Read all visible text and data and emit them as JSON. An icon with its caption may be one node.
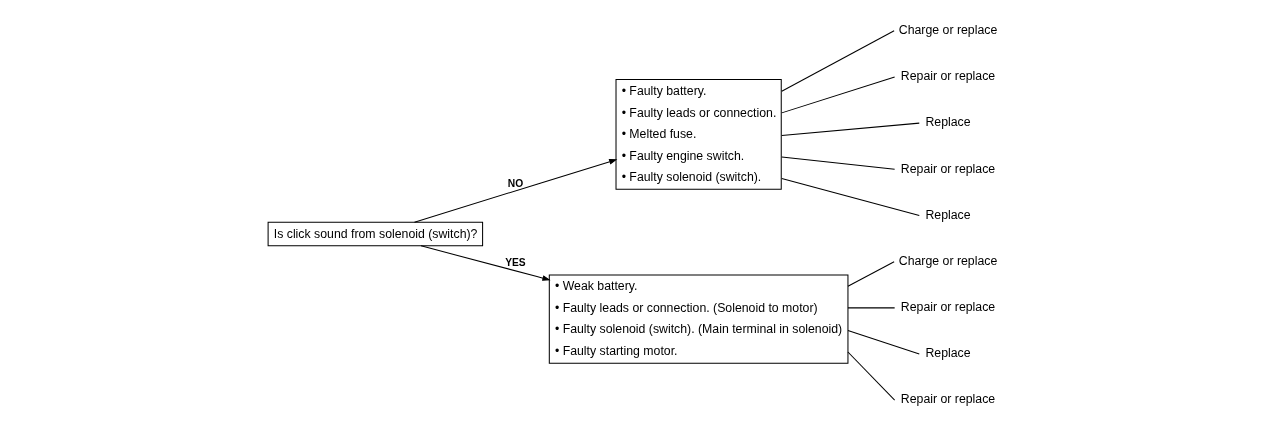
{
  "diagram": {
    "nodes": [
      {
        "text": [
          "Is click sound from solenoid (switch)?"
        ]
      },
      {
        "text": [
          "• Faulty battery.",
          "• Faulty leads or connection.",
          "• Melted fuse.",
          "• Faulty engine switch.",
          "• Faulty solenoid (switch)."
        ]
      },
      {
        "text": [
          "• Weak battery.",
          "• Faulty leads or connection. (Solenoid to motor)",
          "• Faulty solenoid (switch). (Main terminal in solenoid)",
          "• Faulty starting motor."
        ]
      },
      {
        "text": [
          "Charge or replace"
        ]
      },
      {
        "text": [
          "Repair or replace"
        ]
      },
      {
        "text": [
          "Replace"
        ]
      },
      {
        "text": [
          "Repair or replace"
        ]
      },
      {
        "text": [
          "Replace"
        ]
      },
      {
        "text": [
          "Charge or replace"
        ]
      },
      {
        "text": [
          "Repair or replace"
        ]
      },
      {
        "text": [
          "Replace"
        ]
      },
      {
        "text": [
          "Repair or replace"
        ]
      }
    ],
    "edges": [
      {
        "from": 0,
        "to": 1,
        "arrow": "to",
        "label": "NO"
      },
      {
        "from": 0,
        "to": 2,
        "arrow": "to",
        "label": "YES"
      },
      {
        "from": 1,
        "to": 3,
        "arrow": "none"
      },
      {
        "from": 1,
        "to": 4,
        "arrow": "none"
      },
      {
        "from": 1,
        "to": 5,
        "arrow": "none"
      },
      {
        "from": 1,
        "to": 6,
        "arrow": "none"
      },
      {
        "from": 1,
        "to": 7,
        "arrow": "none"
      },
      {
        "from": 2,
        "to": 8,
        "arrow": "none"
      },
      {
        "from": 2,
        "to": 9,
        "arrow": "none"
      },
      {
        "from": 2,
        "to": 10,
        "arrow": "none"
      },
      {
        "from": 2,
        "to": 11,
        "arrow": "none"
      }
    ]
  }
}
